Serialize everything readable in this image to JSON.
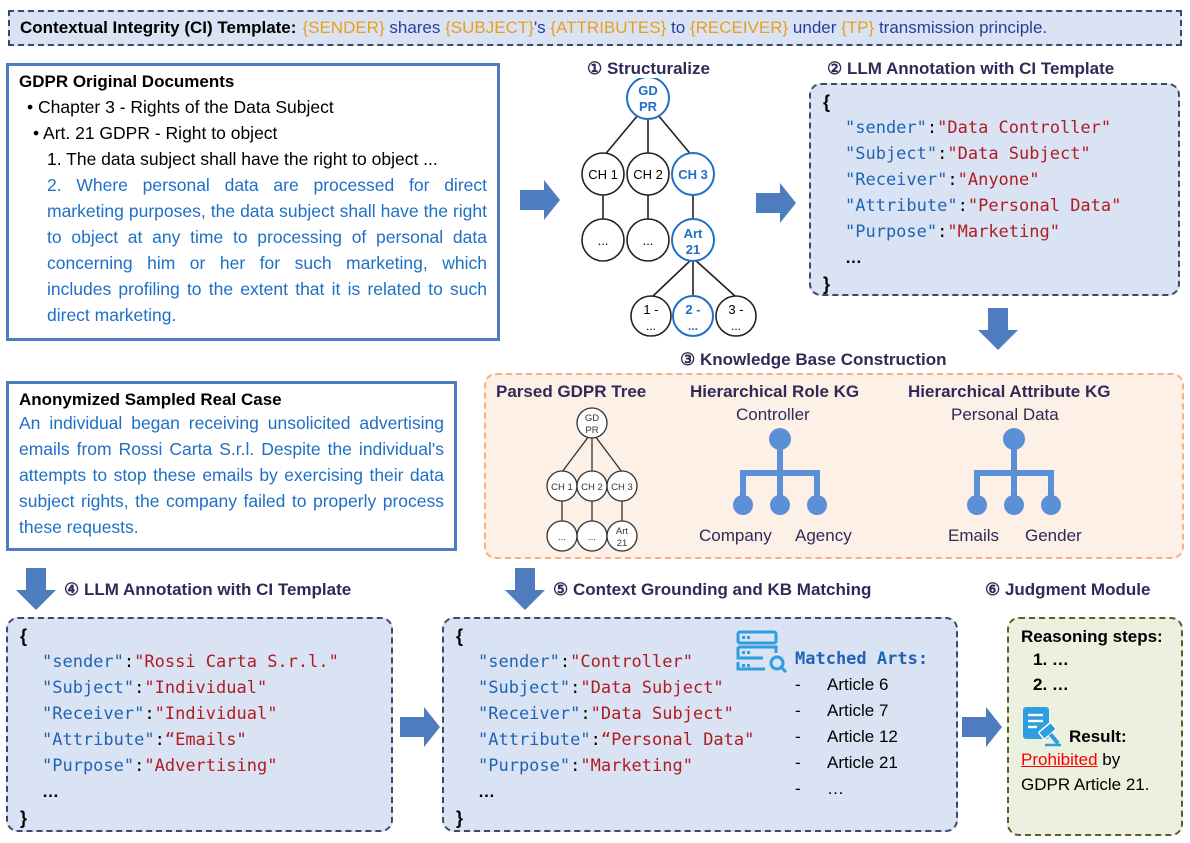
{
  "banner": {
    "label": "Contextual Integrity (CI) Template:",
    "parts": [
      {
        "t": "{SENDER}",
        "kind": "ph"
      },
      {
        "t": " shares ",
        "kind": "tx"
      },
      {
        "t": "{SUBJECT}",
        "kind": "ph"
      },
      {
        "t": "'s ",
        "kind": "tx"
      },
      {
        "t": "{ATTRIBUTES}",
        "kind": "ph"
      },
      {
        "t": " to ",
        "kind": "tx"
      },
      {
        "t": "{RECEIVER}",
        "kind": "ph"
      },
      {
        "t": " under ",
        "kind": "tx"
      },
      {
        "t": "{TP}",
        "kind": "ph"
      },
      {
        "t": " transmission principle.",
        "kind": "tx"
      }
    ]
  },
  "gdpr_doc": {
    "title": "GDPR Original Documents",
    "chapter": "• Chapter 3 - Rights of the Data Subject",
    "article": "• Art. 21 GDPR - Right to object",
    "para1": "1. The data subject shall have the right to object ...",
    "para2": "2. Where personal data are processed for direct marketing purposes, the data subject shall have the right to object at any time to processing of personal data concerning him or her for such marketing, which includes profiling to the extent that it is related to such direct marketing."
  },
  "case": {
    "title": "Anonymized Sampled Real Case",
    "text": "An individual began receiving unsolicited advertising emails from Rossi Carta S.r.l. Despite the individual's attempts to stop these emails by exercising their data subject rights, the company failed to properly process these requests."
  },
  "step1": {
    "title": "① Structuralize",
    "root": [
      "GD",
      "PR"
    ],
    "chapters": [
      "CH 1",
      "CH 2",
      "CH 3"
    ],
    "level2": [
      "...",
      "...",
      "Art",
      "21"
    ],
    "leaves": [
      [
        "1 -",
        "..."
      ],
      [
        "2 -",
        "..."
      ],
      [
        "3 -",
        "..."
      ]
    ]
  },
  "step2": {
    "title": "② LLM Annotation with CI Template",
    "open": "{",
    "close": "}",
    "ellipsis": "…",
    "rows": [
      {
        "k": "\"sender\"",
        "v": "\"Data Controller\""
      },
      {
        "k": "\"Subject\"",
        "v": "\"Data Subject\""
      },
      {
        "k": "\"Receiver\"",
        "v": "\"Anyone\""
      },
      {
        "k": "\"Attribute\"",
        "v": "\"Personal Data\""
      },
      {
        "k": "\"Purpose\"",
        "v": "\"Marketing\""
      }
    ]
  },
  "step3": {
    "title": "③ Knowledge Base Construction",
    "tree_title": "Parsed GDPR Tree",
    "tree": {
      "root": [
        "GD",
        "PR"
      ],
      "chapters": [
        "CH 1",
        "CH 2",
        "CH 3"
      ],
      "level2": [
        "...",
        "...",
        "Art",
        "21"
      ]
    },
    "role_title": "Hierarchical Role KG",
    "role_root": "Controller",
    "role_children": [
      "Company",
      "Agency"
    ],
    "attr_title": "Hierarchical Attribute KG",
    "attr_root": "Personal Data",
    "attr_children": [
      "Emails",
      "Gender"
    ]
  },
  "step4": {
    "title": "④ LLM Annotation with CI Template",
    "open": "{",
    "close": "}",
    "ellipsis": "…",
    "rows": [
      {
        "k": "\"sender\"",
        "v": "\"Rossi Carta S.r.l.\""
      },
      {
        "k": "\"Subject\"",
        "v": "\"Individual\""
      },
      {
        "k": "\"Receiver\"",
        "v": "\"Individual\""
      },
      {
        "k": "\"Attribute\"",
        "v": "“Emails\""
      },
      {
        "k": "\"Purpose\"",
        "v": "\"Advertising\""
      }
    ]
  },
  "step5": {
    "title": "⑤ Context Grounding and KB Matching",
    "open": "{",
    "close": "}",
    "ellipsis": "…",
    "rows": [
      {
        "k": "\"sender\"",
        "v": "\"Controller\""
      },
      {
        "k": "\"Subject\"",
        "v": "\"Data Subject\""
      },
      {
        "k": "\"Receiver\"",
        "v": "\"Data Subject\""
      },
      {
        "k": "\"Attribute\"",
        "v": "“Personal Data\""
      },
      {
        "k": "\"Purpose\"",
        "v": "\"Marketing\""
      }
    ],
    "matched_title": "Matched Arts:",
    "matched": [
      "Article 6",
      "Article 7",
      "Article 12",
      "Article 21",
      "…"
    ],
    "dash": "-"
  },
  "step6": {
    "title": "⑥ Judgment Module",
    "reasoning_title": "Reasoning steps:",
    "steps": [
      "1. …",
      "2. …"
    ],
    "result_label": "Result:",
    "verdict": "Prohibited",
    "verdict_suffix": " by",
    "basis": "GDPR Article 21."
  },
  "colors": {
    "accent_blue": "#4f7bbf",
    "highlight_blue": "#1f6fc5",
    "placeholder_orange": "#e6a01c",
    "value_red": "#b01c22",
    "prohibited_red": "#ff0000",
    "kb_node_blue": "#5b8fd6"
  }
}
